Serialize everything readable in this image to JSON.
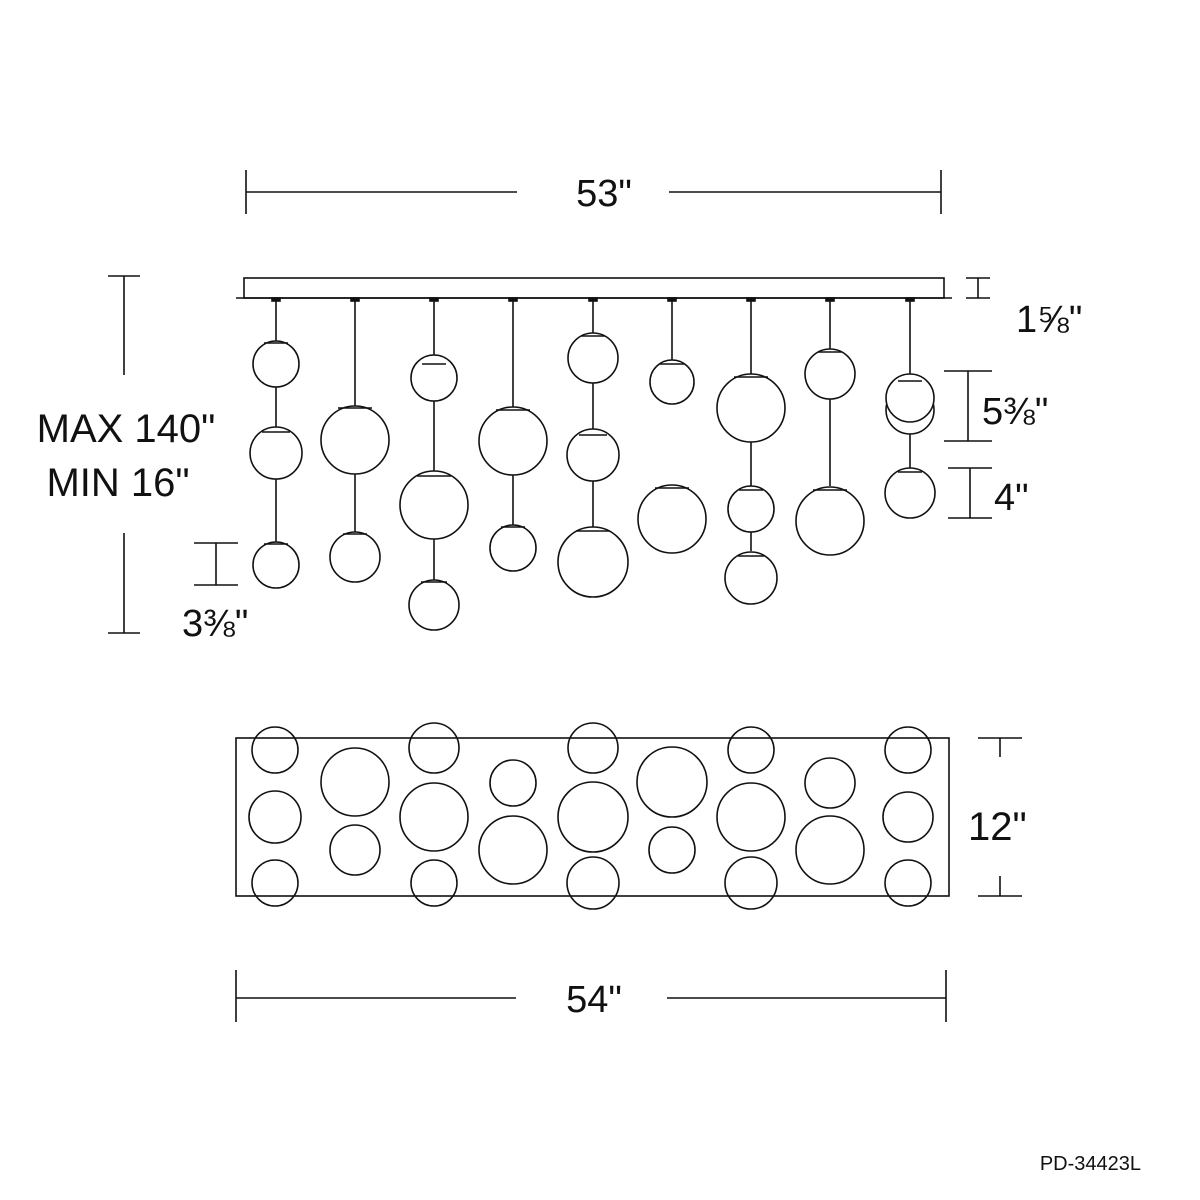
{
  "dimensions": {
    "canopy_width": "53\"",
    "canopy_height": "1⅝\"",
    "max_height": "MAX 140\"",
    "min_height": "MIN 16\"",
    "small_globe": "3⅜\"",
    "large_globe": "5⅜\"",
    "medium_globe": "4\"",
    "plan_depth": "12\"",
    "plan_width": "54\""
  },
  "model_number": "PD-34423L",
  "colors": {
    "line": "#111111",
    "background": "#ffffff"
  }
}
